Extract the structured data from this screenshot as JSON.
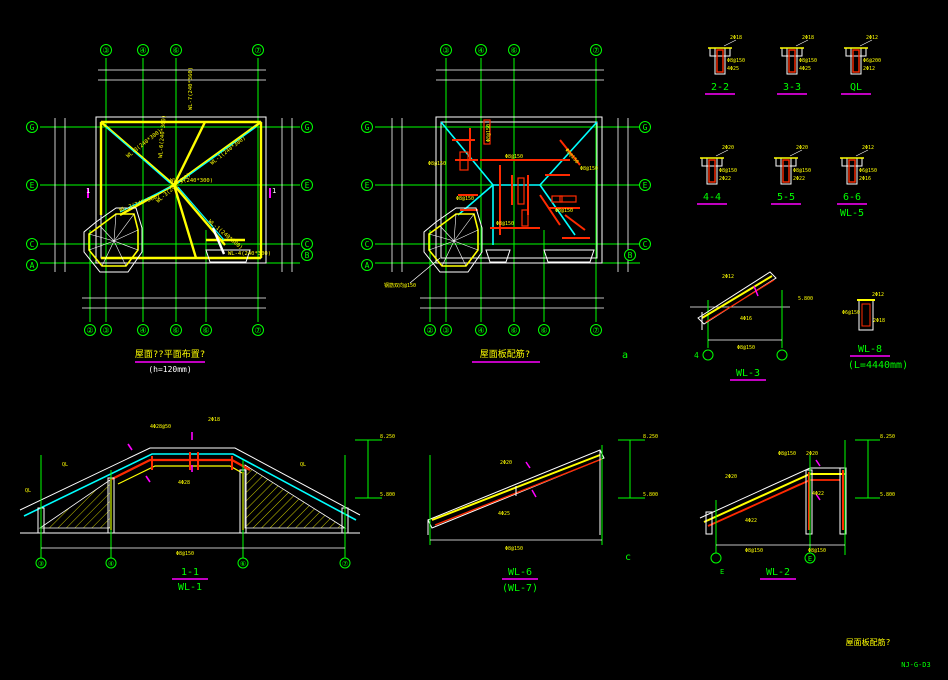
{
  "drawing": {
    "plan_left": {
      "title": "屋面??平面布置?",
      "subtitle": "(h=120mm)",
      "top_axes": [
        "③",
        "④",
        "⑥",
        "⑦"
      ],
      "bottom_axes": [
        "②",
        "③",
        "④",
        "⑥",
        "⑥",
        "⑦"
      ],
      "left_axes": [
        "G",
        "E",
        "C",
        "A"
      ],
      "right_axes": [
        "G",
        "E",
        "C",
        "B"
      ],
      "section_mark": "1",
      "beam_labels": [
        "WL-3(240*300)",
        "WL-1(240*300)",
        "WL-2(240*300)",
        "WL-3(240*360)",
        "WL-3(240*360)",
        "WL-4(240*300)",
        "WL-1(240*300)",
        "WL-6(240*360)",
        "WL-7(240*360)"
      ]
    },
    "plan_right": {
      "title": "屋面板配筋?",
      "top_axes": [
        "③",
        "④",
        "⑥",
        "⑦"
      ],
      "bottom_axes": [
        "②",
        "③",
        "④",
        "⑥",
        "⑥",
        "⑦"
      ],
      "left_axes": [
        "G",
        "E",
        "C",
        "A"
      ],
      "right_axes": [
        "G",
        "E",
        "C",
        "B"
      ],
      "note": "钢筋双向@150",
      "rebar_labels": [
        "Φ8@150",
        "Φ8@150",
        "Φ8@150",
        "Φ8@150",
        "Φ8@150",
        "Φ8@150",
        "Φ8@150",
        "Φ8@150"
      ],
      "marker": "a"
    },
    "sections_small": [
      {
        "name": "2-2",
        "top": "2Φ18",
        "mid": "Φ8@150",
        "bot": "4Φ25"
      },
      {
        "name": "3-3",
        "top": "2Φ18",
        "mid": "Φ8@150",
        "bot": "4Φ25"
      },
      {
        "name": "QL",
        "top": "2Φ12",
        "mid": "Φ6@200",
        "bot": "2Φ12"
      },
      {
        "name": "4-4",
        "top": "2Φ20",
        "mid": "Φ8@150",
        "bot": "2Φ22"
      },
      {
        "name": "5-5",
        "top": "2Φ20",
        "mid": "Φ8@150",
        "bot": "2Φ22"
      },
      {
        "name": "6-6",
        "top": "2Φ12",
        "mid": "Φ6@150",
        "bot": "2Φ16",
        "extra": "WL-5"
      }
    ],
    "wl3": {
      "title": "WL-3",
      "labels": [
        "2Φ12",
        "4Φ16",
        "Φ8@150",
        "5.800"
      ],
      "axis": "4"
    },
    "wl8": {
      "title": "WL-8",
      "subtitle": "(L=4440mm)",
      "labels": [
        "2Φ12",
        "Φ6@150",
        "2Φ18"
      ]
    },
    "sec11": {
      "title": "1-1",
      "subtitle": "WL-1",
      "labels": [
        "4Φ28@50",
        "2Φ18",
        "4Φ28",
        "QL",
        "QL",
        "QL",
        "8.250",
        "5.800",
        "Φ8@150"
      ],
      "axes": [
        "③",
        "④",
        "⑥",
        "⑦"
      ]
    },
    "wl6": {
      "title": "WL-6",
      "subtitle": "(WL-7)",
      "labels": [
        "2Φ20",
        "4Φ25",
        "8.250",
        "5.800",
        "Φ8@150"
      ],
      "marker": "c"
    },
    "wl2": {
      "title": "WL-2",
      "labels": [
        "Φ8@150",
        "2Φ20",
        "2Φ20",
        "4Φ22",
        "4Φ22",
        "8.250",
        "5.800",
        "Φ8@150",
        "Φ8@150"
      ],
      "axes": [
        "E",
        "E"
      ]
    },
    "footer_title": "屋面板配筋?",
    "drawing_no": "NJ-G-D3"
  },
  "colors": {
    "background": "#000000",
    "axis": "#00ff00",
    "beam": "#ffff00",
    "rebar": "#ff2a00",
    "outline": "#ffffff",
    "hatch": "#c8c800",
    "magenta": "#ff00ff",
    "cyan": "#00ffff"
  }
}
